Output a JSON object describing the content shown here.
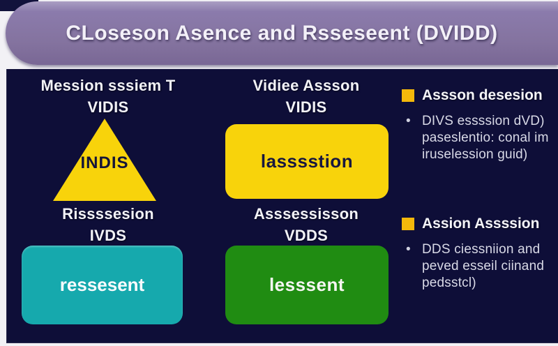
{
  "title": "CLoseson Asence and Rsseseent (DVIDD)",
  "glyphs": {
    "bullet": "•"
  },
  "colors": {
    "background_navy": "#0e0e38",
    "header_purple": "#84739f",
    "accent_yellow": "#f8d30b",
    "accent_teal": "#16a9ad",
    "accent_green": "#208c12",
    "bullet_square": "#f4b80b"
  },
  "columns": {
    "left": {
      "top_heading": [
        "Mession sssiem T",
        "VIDIS"
      ],
      "triangle_label": "INDIS",
      "bottom_heading": [
        "Rissssesion",
        "IVDS"
      ],
      "teal_box_label": "ressesent"
    },
    "middle": {
      "top_heading": [
        "Vidiee Assson",
        "VIDIS"
      ],
      "yellow_box_label": "lasssstion",
      "bottom_heading": [
        "Asssessisson",
        "VDDS"
      ],
      "green_box_label": "lesssent"
    },
    "right": {
      "groups": [
        {
          "heading": "Assson desesion",
          "lines": [
            "DIVS essssion dVD)",
            "paseslentio: conal im",
            "iruselession guid)"
          ]
        },
        {
          "heading": "Assion Assssion",
          "lines": [
            "DDS ciessniion and",
            "peved esseil ciinand",
            "pedsstcl)"
          ]
        }
      ]
    }
  }
}
